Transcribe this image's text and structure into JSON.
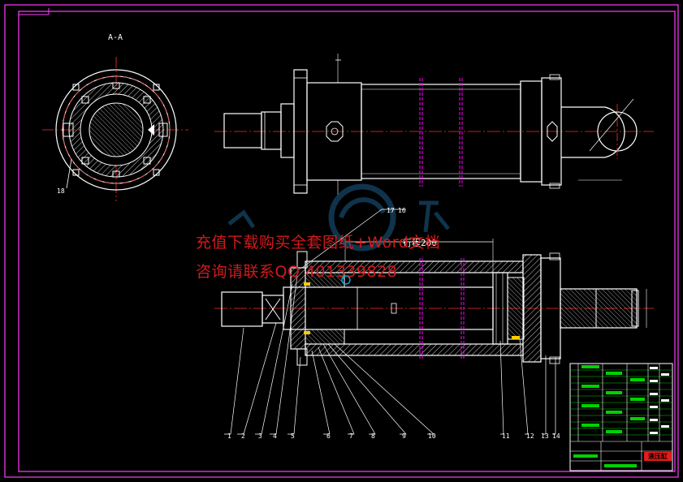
{
  "section_label": "A-A",
  "watermark": {
    "line1": "充值下载购买全套图纸+Word文档",
    "line2": "咨询请联系QQ 401339828"
  },
  "dimension_stroke": "行程200",
  "part_numbers": [
    "1",
    "2",
    "3",
    "4",
    "5",
    "6",
    "7",
    "8",
    "9",
    "10",
    "11",
    "12",
    "13",
    "14"
  ],
  "top_callouts": [
    "17",
    "16"
  ],
  "side_callout": "18",
  "title_block": {
    "name": "液压缸"
  },
  "colors": {
    "background": "#000000",
    "frame": "#ff3cff",
    "outline": "#ffffff",
    "center": "#ff2b2b",
    "hidden": "#ff00ff",
    "hatch": "#ffffff",
    "leader": "#ffffff",
    "accent": "#00c8ff"
  }
}
